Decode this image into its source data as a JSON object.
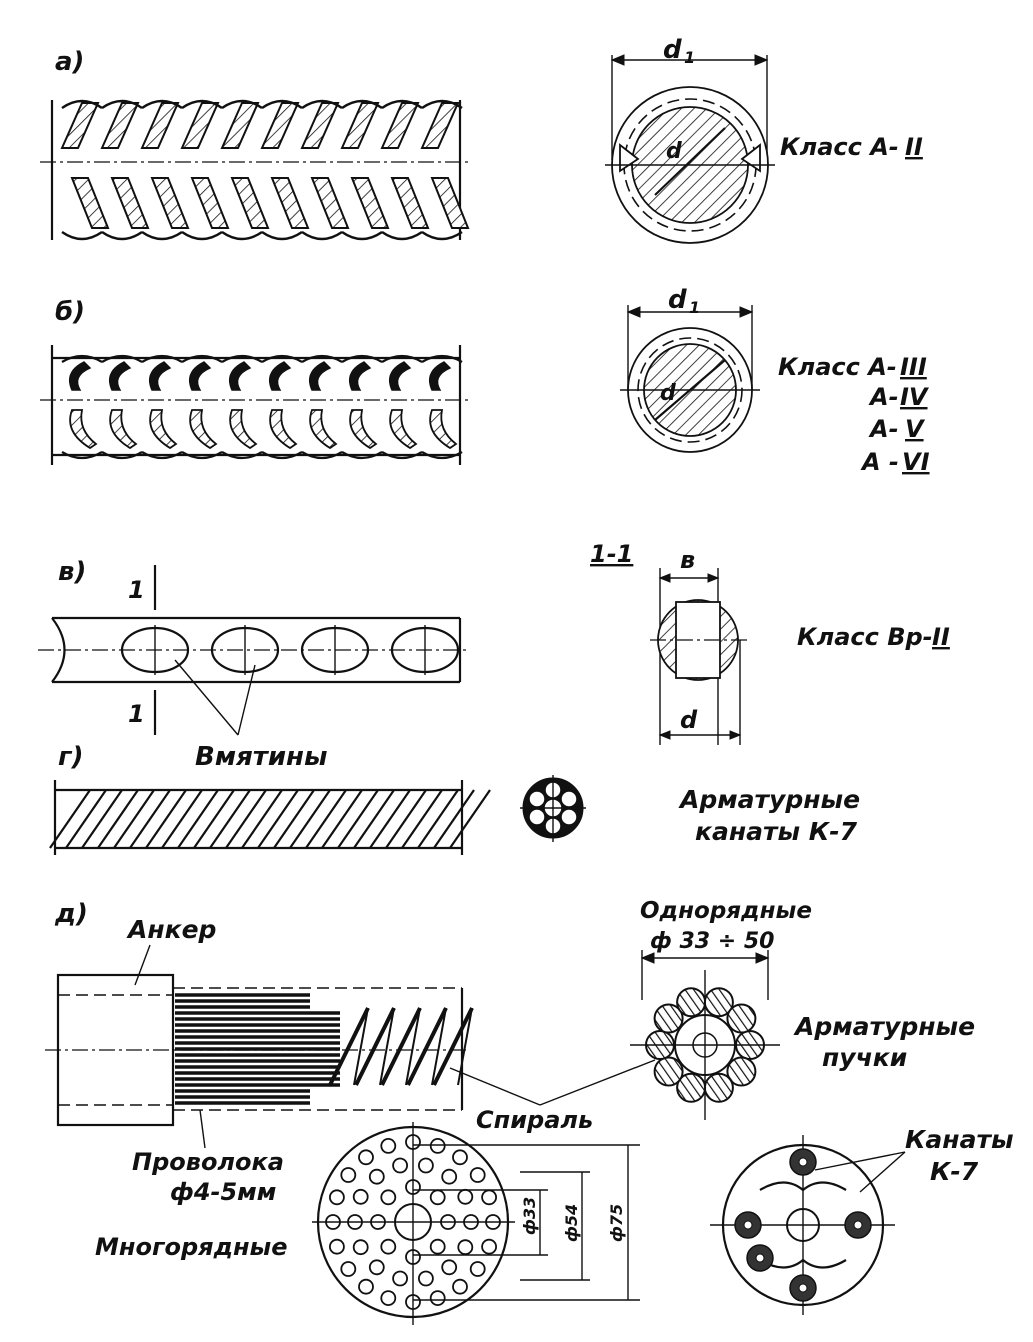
{
  "panels": {
    "a": {
      "letter": "а)",
      "dim_outer": "d",
      "dim_outer_sub": "1",
      "dim_inner": "d",
      "class_label": "Класс  A-",
      "class_roman": "II"
    },
    "b": {
      "letter": "б)",
      "dim_outer": "d",
      "dim_outer_sub": "1",
      "dim_inner": "d",
      "class_label": "Класс  A-",
      "classes": [
        {
          "prefix": "A-",
          "roman": "III"
        },
        {
          "prefix": "A-",
          "roman": "IV"
        },
        {
          "prefix": "A-",
          "roman": "V"
        },
        {
          "prefix": "A -",
          "roman": "VI"
        }
      ]
    },
    "v": {
      "letter": "в)",
      "section_mark": "1",
      "section_title": "1-1",
      "dim_top": "в",
      "dim_bottom": "d",
      "class_label": "Класс  Bp-",
      "class_roman": "II",
      "dents_label": "Вмятины"
    },
    "g": {
      "letter": "г)",
      "caption_line1": "Арматурные",
      "caption_line2": "канаты К-7"
    },
    "d": {
      "letter": "д)",
      "anchor_label": "Анкер",
      "wire_label_line1": "Проволока",
      "wire_label_line2": "ф4-5мм",
      "spiral_label": "Спираль",
      "single_row_line1": "Однорядные",
      "single_row_line2": "ф 33 ÷ 50",
      "bundles_line1": "Арматурные",
      "bundles_line2": "пучки",
      "multi_row_label": "Многорядные",
      "dims": [
        "ф33",
        "ф54",
        "ф75"
      ],
      "ropes_line1": "Канаты",
      "ropes_line2": "К-7"
    }
  }
}
